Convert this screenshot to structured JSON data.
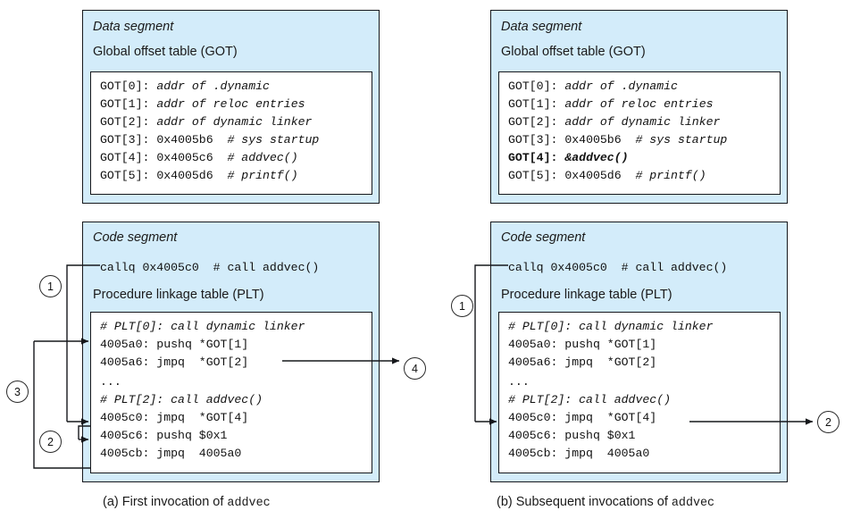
{
  "figure": {
    "background": "#ffffff",
    "segment_fill": "#d3ecfa",
    "stroke": "#16181c"
  },
  "panels": [
    {
      "id": "a",
      "caption_prefix": "(a) First invocation of ",
      "caption_code": "addvec",
      "data_segment": {
        "title": "Data segment",
        "subtitle": "Global offset table (GOT)",
        "rows": [
          {
            "label": "GOT[0]:",
            "value": "addr of .dynamic",
            "italic": true,
            "bold": false
          },
          {
            "label": "GOT[1]:",
            "value": "addr of reloc entries",
            "italic": true,
            "bold": false
          },
          {
            "label": "GOT[2]:",
            "value": "addr of dynamic linker",
            "italic": true,
            "bold": false
          },
          {
            "label": "GOT[3]:",
            "value": "0x4005b6",
            "comment": "# sys startup",
            "italic": false,
            "bold": false
          },
          {
            "label": "GOT[4]:",
            "value": "0x4005c6",
            "comment": "# addvec()",
            "italic": false,
            "bold": false
          },
          {
            "label": "GOT[5]:",
            "value": "0x4005d6",
            "comment": "# printf()",
            "italic": false,
            "bold": false
          }
        ]
      },
      "code_segment": {
        "title": "Code segment",
        "call_line": "callq 0x4005c0  ",
        "call_comment": "# call addvec()",
        "subtitle": "Procedure linkage table (PLT)",
        "rows": [
          {
            "text": "# PLT[0]: call dynamic linker",
            "italic": true
          },
          {
            "text": "4005a0: pushq *GOT[1]",
            "italic": false
          },
          {
            "text": "4005a6: jmpq  *GOT[2]",
            "italic": false
          },
          {
            "text": "...",
            "italic": false
          },
          {
            "text": "# PLT[2]: call addvec()",
            "italic": true
          },
          {
            "text": "4005c0: jmpq  *GOT[4]",
            "italic": false
          },
          {
            "text": "4005c6: pushq $0x1",
            "italic": false
          },
          {
            "text": "4005cb: jmpq  4005a0",
            "italic": false
          }
        ]
      },
      "steps": [
        "1",
        "2",
        "3",
        "4"
      ]
    },
    {
      "id": "b",
      "caption_prefix": "(b) Subsequent invocations of ",
      "caption_code": "addvec",
      "data_segment": {
        "title": "Data segment",
        "subtitle": "Global offset table (GOT)",
        "rows": [
          {
            "label": "GOT[0]:",
            "value": "addr of .dynamic",
            "italic": true,
            "bold": false
          },
          {
            "label": "GOT[1]:",
            "value": "addr of reloc entries",
            "italic": true,
            "bold": false
          },
          {
            "label": "GOT[2]:",
            "value": "addr of dynamic linker",
            "italic": true,
            "bold": false
          },
          {
            "label": "GOT[3]:",
            "value": "0x4005b6",
            "comment": "# sys startup",
            "italic": false,
            "bold": false
          },
          {
            "label": "GOT[4]:",
            "value": "&addvec()",
            "comment": "",
            "italic": true,
            "bold": true
          },
          {
            "label": "GOT[5]:",
            "value": "0x4005d6",
            "comment": "# printf()",
            "italic": false,
            "bold": false
          }
        ]
      },
      "code_segment": {
        "title": "Code segment",
        "call_line": "callq 0x4005c0  ",
        "call_comment": "# call addvec()",
        "subtitle": "Procedure linkage table (PLT)",
        "rows": [
          {
            "text": "# PLT[0]: call dynamic linker",
            "italic": true
          },
          {
            "text": "4005a0: pushq *GOT[1]",
            "italic": false
          },
          {
            "text": "4005a6: jmpq  *GOT[2]",
            "italic": false
          },
          {
            "text": "...",
            "italic": false
          },
          {
            "text": "# PLT[2]: call addvec()",
            "italic": true
          },
          {
            "text": "4005c0: jmpq  *GOT[4]",
            "italic": false
          },
          {
            "text": "4005c6: pushq $0x1",
            "italic": false
          },
          {
            "text": "4005cb: jmpq  4005a0",
            "italic": false
          }
        ]
      },
      "steps": [
        "1",
        "2"
      ]
    }
  ]
}
